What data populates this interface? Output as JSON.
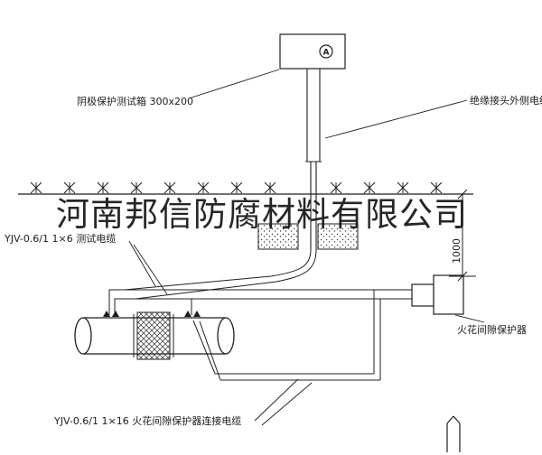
{
  "page": {
    "background": "#ffffff",
    "line_color": "#1f1f1f"
  },
  "watermark": {
    "text": "河南邦信防腐材料有限公司"
  },
  "test_box": {
    "meter_symbol": "A",
    "label": "阴极保护测试箱 300x200"
  },
  "labels": {
    "outer_cable": "绝缘接头外侧电缆",
    "test_cable": "YJV-0.6/1  1×6  测试电缆",
    "spark_gap": "火花间隙保护器",
    "spark_gap_cable": "YJV-0.6/1  1×16  火花间隙保护器连接电缆"
  },
  "dimension": {
    "length": "1000"
  }
}
